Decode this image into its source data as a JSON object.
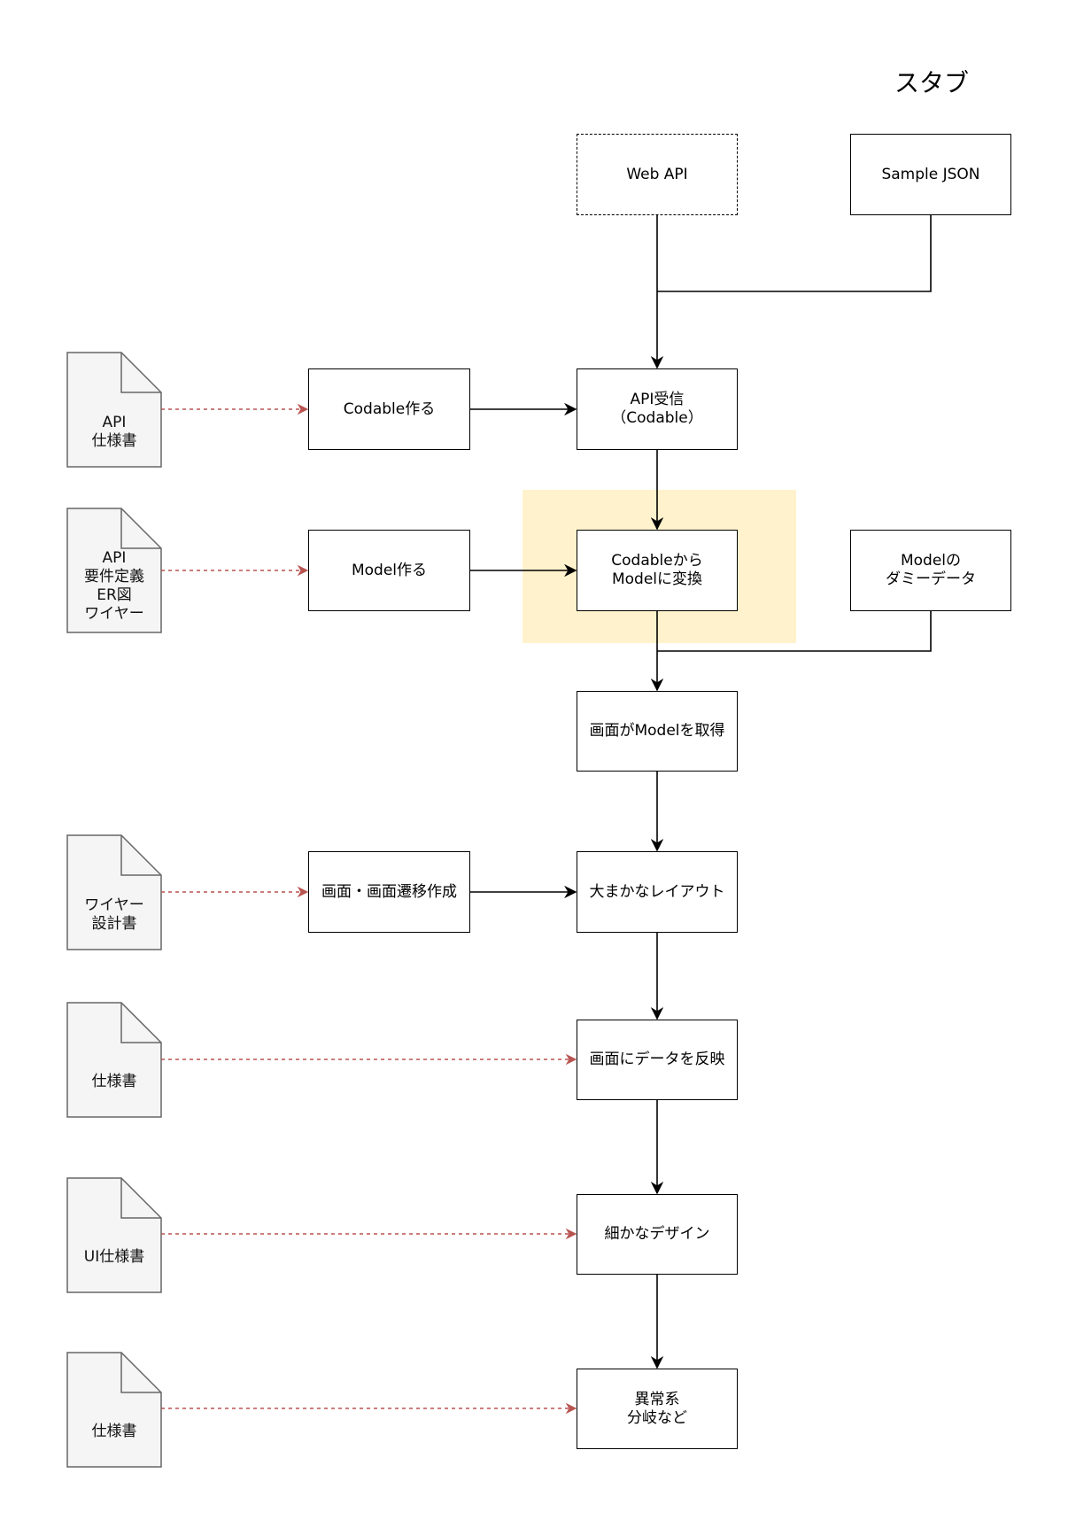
{
  "title": "スタブ",
  "top": {
    "web_api": "Web API",
    "sample_json": "Sample JSON"
  },
  "flow": {
    "api_receive": "API受信\n（Codable）",
    "convert": "Codableから\nModelに変換",
    "get_model": "画面がModelを取得",
    "rough_layout": "大まかなレイアウト",
    "reflect_data": "画面にデータを反映",
    "fine_design": "細かなデザイン",
    "error_branch": "異常系\n分岐など"
  },
  "tasks": {
    "make_codable": "Codable作る",
    "make_model": "Model作る",
    "make_screens": "画面・画面遷移作成"
  },
  "stub": {
    "model_dummy": "Modelの\nダミーデータ"
  },
  "documents": [
    "API\n仕様書",
    "API\n要件定義\nER図\nワイヤー",
    "ワイヤー\n設計書",
    "仕様書",
    "UI仕様書",
    "仕様書"
  ],
  "colors": {
    "highlight": "#fff2cc",
    "doc_fill": "#f5f5f5",
    "doc_stroke": "#666666",
    "dashed_link": "#b85450"
  }
}
